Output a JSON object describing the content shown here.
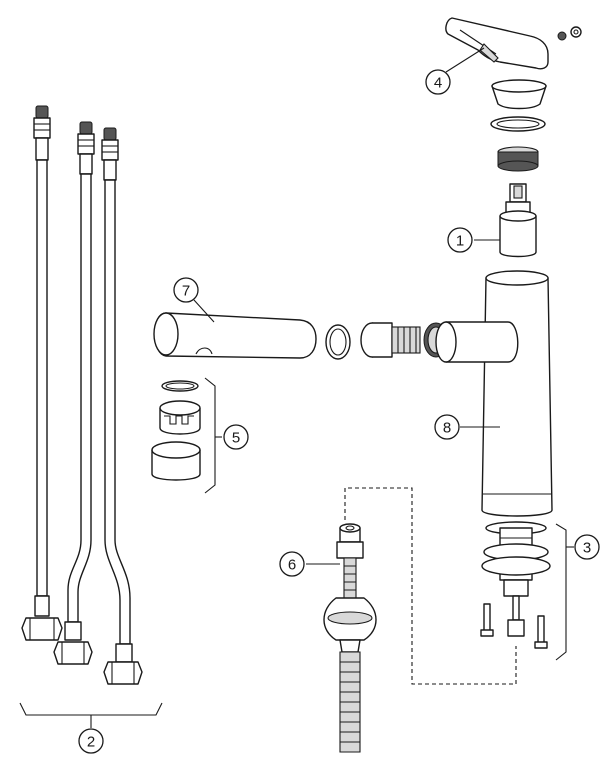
{
  "callouts": [
    {
      "id": "1",
      "label": "1"
    },
    {
      "id": "2",
      "label": "2"
    },
    {
      "id": "3",
      "label": "3"
    },
    {
      "id": "4",
      "label": "4"
    },
    {
      "id": "5",
      "label": "5"
    },
    {
      "id": "6",
      "label": "6"
    },
    {
      "id": "7",
      "label": "7"
    },
    {
      "id": "8",
      "label": "8"
    }
  ],
  "colors": {
    "line": "#1a1a1a",
    "fill": "#ffffff",
    "shade": "#d9d9d9"
  }
}
